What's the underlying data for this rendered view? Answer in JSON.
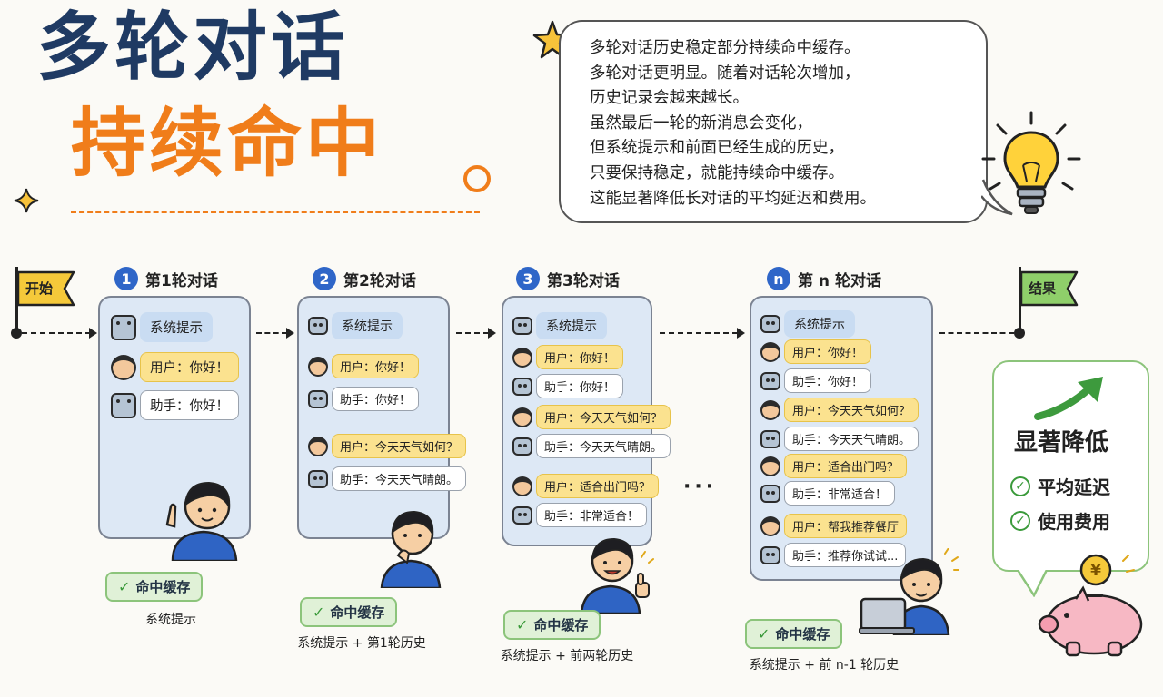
{
  "title": {
    "line1": "多轮对话",
    "line2": "持续命中"
  },
  "bubble": {
    "lines": [
      "多轮对话历史稳定部分持续命中缓存。",
      "多轮对话更明显。随着对话轮次增加，",
      "历史记录会越来越长。",
      "虽然最后一轮的新消息会变化，",
      "但系统提示和前面已经生成的历史，",
      "只要保持稳定，就能持续命中缓存。",
      "这能显著降低长对话的平均延迟和费用。"
    ]
  },
  "flow": {
    "start": "开始",
    "end": "结果",
    "ellipsis": "···"
  },
  "turns": [
    {
      "num": "1",
      "label": "第1轮对话",
      "messages": [
        {
          "role": "sys",
          "text": "系统提示"
        },
        {
          "role": "user",
          "text": "用户：你好！"
        },
        {
          "role": "asst",
          "text": "助手：你好！"
        }
      ],
      "hit_label": "命中缓存",
      "hit_caption": "系统提示"
    },
    {
      "num": "2",
      "label": "第2轮对话",
      "messages": [
        {
          "role": "sys",
          "text": "系统提示"
        },
        {
          "role": "user",
          "text": "用户：你好！"
        },
        {
          "role": "asst",
          "text": "助手：你好！"
        },
        {
          "role": "user",
          "text": "用户：今天天气如何？"
        },
        {
          "role": "asst",
          "text": "助手：今天天气晴朗。"
        }
      ],
      "hit_label": "命中缓存",
      "hit_caption": "系统提示 + 第1轮历史"
    },
    {
      "num": "3",
      "label": "第3轮对话",
      "messages": [
        {
          "role": "sys",
          "text": "系统提示"
        },
        {
          "role": "user",
          "text": "用户：你好！"
        },
        {
          "role": "asst",
          "text": "助手：你好！"
        },
        {
          "role": "user",
          "text": "用户：今天天气如何？"
        },
        {
          "role": "asst",
          "text": "助手：今天天气晴朗。"
        },
        {
          "role": "user",
          "text": "用户：适合出门吗？"
        },
        {
          "role": "asst",
          "text": "助手：非常适合！"
        }
      ],
      "hit_label": "命中缓存",
      "hit_caption": "系统提示 + 前两轮历史"
    },
    {
      "num": "n",
      "label": "第 n 轮对话",
      "messages": [
        {
          "role": "sys",
          "text": "系统提示"
        },
        {
          "role": "user",
          "text": "用户：你好！"
        },
        {
          "role": "asst",
          "text": "助手：你好！"
        },
        {
          "role": "user",
          "text": "用户：今天天气如何？"
        },
        {
          "role": "asst",
          "text": "助手：今天天气晴朗。"
        },
        {
          "role": "user",
          "text": "用户：适合出门吗？"
        },
        {
          "role": "asst",
          "text": "助手：非常适合！"
        },
        {
          "role": "user",
          "text": "用户：帮我推荐餐厅"
        },
        {
          "role": "asst",
          "text": "助手：推荐你试试..."
        }
      ],
      "hit_label": "命中缓存",
      "hit_caption": "系统提示 + 前 n-1 轮历史"
    }
  ],
  "result": {
    "title": "显著降低",
    "items": [
      "平均延迟",
      "使用费用"
    ],
    "coin": "¥"
  },
  "colors": {
    "navy": "#1f3a63",
    "orange": "#f07d1a",
    "blue": "#2f66c8",
    "green": "#3a9a3a"
  }
}
